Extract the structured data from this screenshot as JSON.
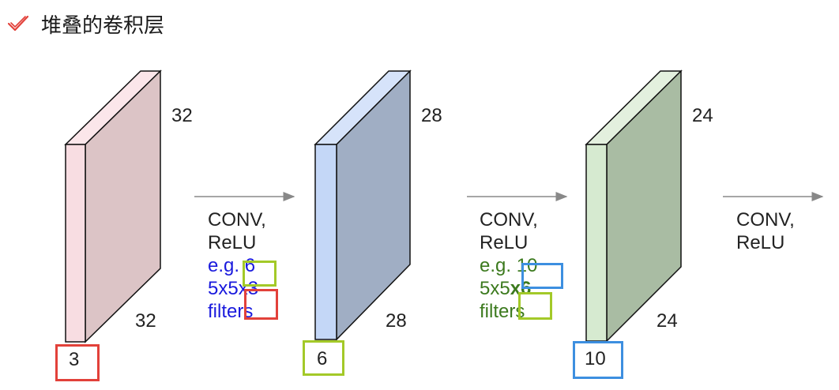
{
  "title": "堆叠的卷积层",
  "icon": "check-icon",
  "colors": {
    "highlight_red": "#e2413a",
    "highlight_green": "#a3c928",
    "highlight_blue": "#3d8fe0",
    "text_blue": "#1a1add",
    "text_green": "#3c7a1e",
    "vol1_front": "#f8dde2",
    "vol1_side": "#dcc4c6",
    "vol1_top": "#fbe6ea",
    "vol2_front": "#c4d7f7",
    "vol2_side": "#a0aec4",
    "vol2_top": "#d6e3fa",
    "vol3_front": "#d6ead0",
    "vol3_side": "#a9bca3",
    "vol3_top": "#e3f0de"
  },
  "volumes": [
    {
      "height_label": "32",
      "width_label": "32",
      "depth_label": "3"
    },
    {
      "height_label": "28",
      "width_label": "28",
      "depth_label": "6"
    },
    {
      "height_label": "24",
      "width_label": "24",
      "depth_label": "10"
    }
  ],
  "steps": [
    {
      "op1": "CONV,",
      "op2": "ReLU",
      "eg": "e.g.",
      "count": "6",
      "size": "5x5",
      "depth": "x3",
      "filters": "filters"
    },
    {
      "op1": "CONV,",
      "op2": "ReLU",
      "eg": "e.g.",
      "count": "10",
      "size": "5x5",
      "depth": "x6",
      "filters": "filters"
    },
    {
      "op1": "CONV,",
      "op2": "ReLU"
    }
  ]
}
